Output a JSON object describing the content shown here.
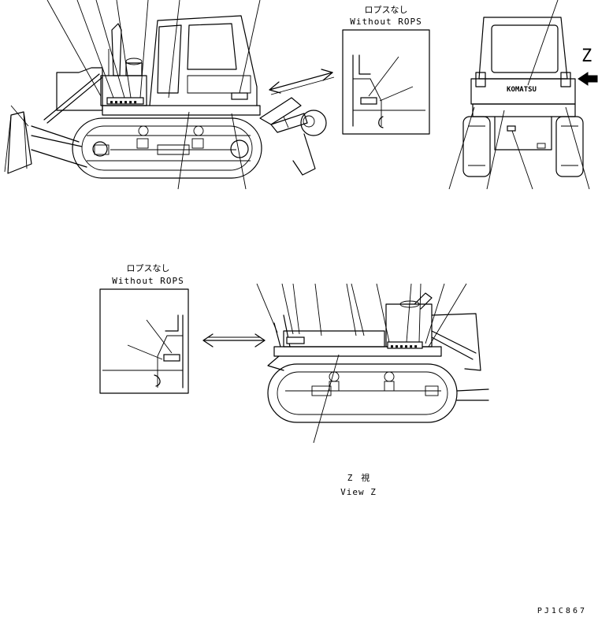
{
  "top_inset": {
    "title_ja": "ロプスなし",
    "title_en": "Without ROPS"
  },
  "view_z_marker": {
    "letter": "Z"
  },
  "rear_view": {
    "brand": "KOMATSU"
  },
  "bottom_inset": {
    "title_ja": "ロプスなし",
    "title_en": "Without ROPS"
  },
  "view_z_caption": {
    "ja": "Z　視",
    "en": "View Z"
  },
  "drawing_code": "PJ1C867"
}
